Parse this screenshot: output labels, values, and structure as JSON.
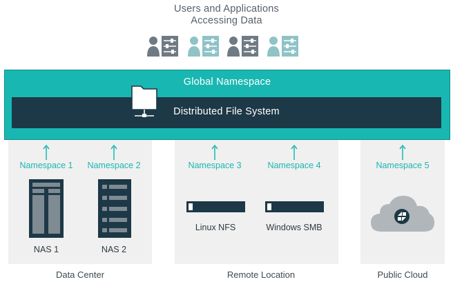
{
  "header": {
    "title_line1": "Users and Applications",
    "title_line2": "Accessing Data"
  },
  "users": [
    {
      "icon": "user-settings-icon",
      "color": "#6f7a82"
    },
    {
      "icon": "user-settings-icon",
      "color": "#8fc3c6"
    },
    {
      "icon": "user-settings-icon",
      "color": "#6f7a82"
    },
    {
      "icon": "user-settings-icon",
      "color": "#8fc3c6"
    }
  ],
  "global_namespace": {
    "label": "Global Namespace",
    "color": "#19b7b1"
  },
  "file_system": {
    "label": "Distributed File System",
    "icon": "network-folder-icon",
    "color": "#1d3846"
  },
  "sites": {
    "data_center": {
      "label": "Data Center",
      "namespaces": [
        "Namespace 1",
        "Namespace 2"
      ],
      "devices": [
        {
          "label": "NAS 1",
          "icon": "nas-tower-icon"
        },
        {
          "label": "NAS 2",
          "icon": "nas-rack-icon"
        }
      ]
    },
    "remote_location": {
      "label": "Remote Location",
      "namespaces": [
        "Namespace 3",
        "Namespace 4"
      ],
      "devices": [
        {
          "label": "Linux NFS",
          "icon": "server-bar-icon"
        },
        {
          "label": "Windows SMB",
          "icon": "server-bar-icon"
        }
      ]
    },
    "public_cloud": {
      "label": "Public Cloud",
      "namespaces": [
        "Namespace 5"
      ],
      "devices": [
        {
          "icon": "cloud-icon"
        }
      ]
    }
  },
  "colors": {
    "accent": "#19b7b1",
    "dark": "#1d3846",
    "panel": "#f0f0f0",
    "grey_user": "#6f7a82",
    "teal_user": "#8fc3c6"
  }
}
